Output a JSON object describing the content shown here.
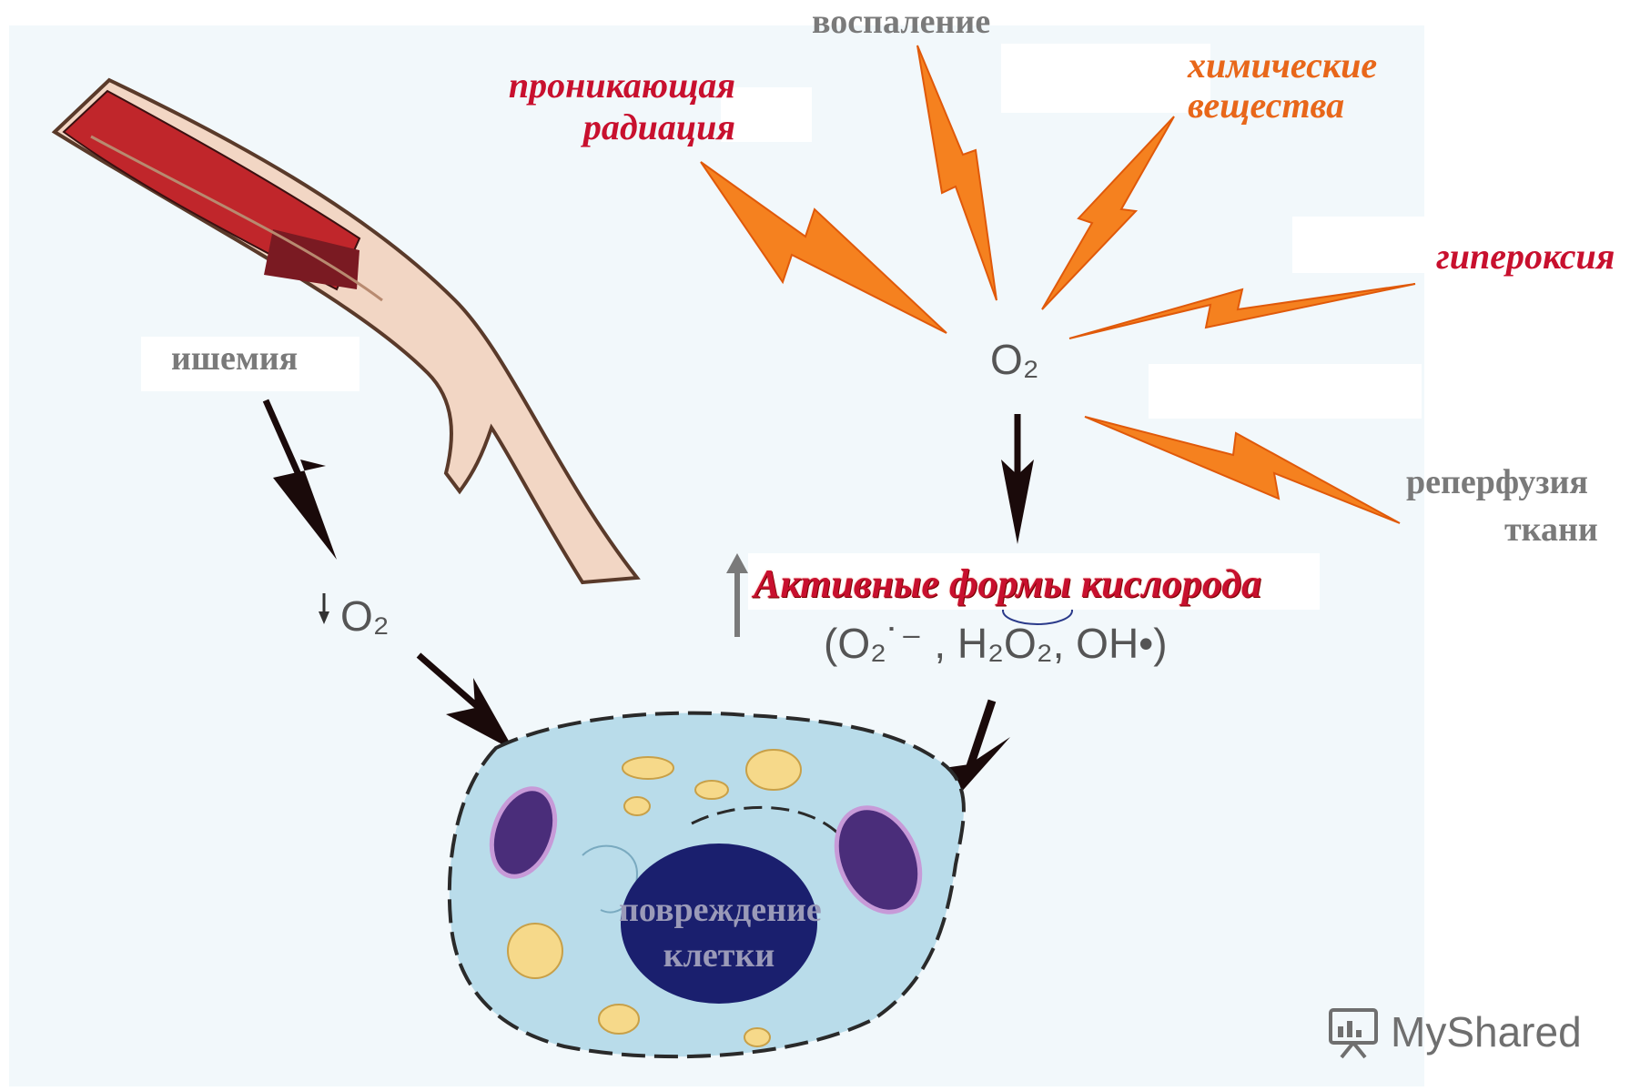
{
  "labels": {
    "inflammation": "воспаление",
    "radiation_line1": "проникающая",
    "radiation_line2": "радиация",
    "chemicals_line1": "химические",
    "chemicals_line2": "вещества",
    "hyperoxia": "гипероксия",
    "reperfusion_line1": "реперфузия",
    "reperfusion_line2": "ткани",
    "ischemia": "ишемия",
    "o2": "O₂",
    "low_o2": "O₂",
    "ros_title": "Активные формы кислорода",
    "ros_formula": "(O₂˙⁻ , H₂O₂, OH•)",
    "cell_damage_line1": "повреждение",
    "cell_damage_line2": "клетки"
  },
  "logo": {
    "text": "MyShared",
    "icon": "presentation-board-icon"
  },
  "colors": {
    "canvas": "#f2f8fb",
    "red_label": "#c8102e",
    "orange_label": "#e8671a",
    "gray_label": "#7a7a7a",
    "bolt": "#f5811f",
    "arrow": "#1a0a0a",
    "cell_body": "#b9dcea",
    "nucleus": "#1a1f6e",
    "mitochondria": "#4a2d7a",
    "vessel_red": "#c0262b",
    "vessel_skin": "#f2d6c4"
  }
}
